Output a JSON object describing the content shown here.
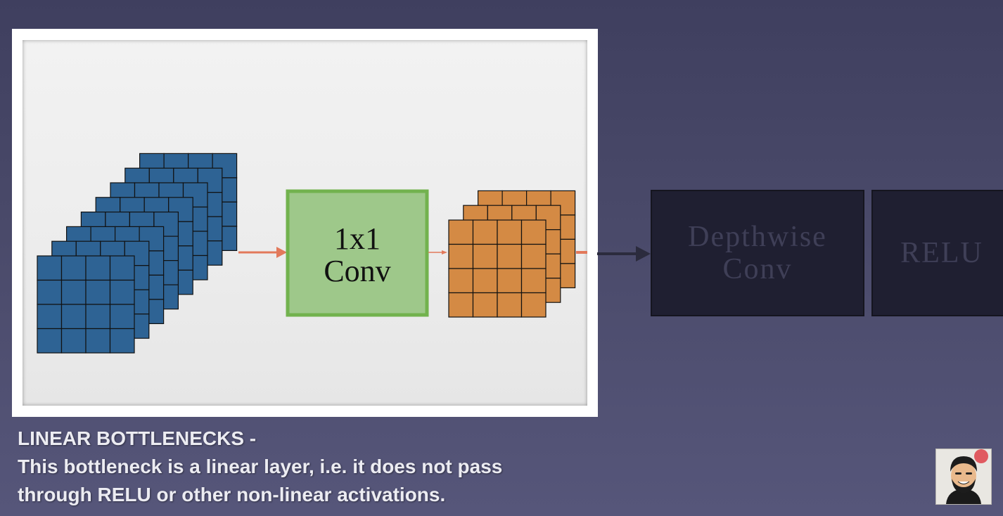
{
  "diagram": {
    "conv_box": {
      "line1": "1x1",
      "line2": "Conv"
    },
    "depthwise_box": {
      "line1": "Depthwise",
      "line2": "Conv"
    },
    "relu_box": {
      "label": "RELU"
    }
  },
  "caption": {
    "heading": "LINEAR BOTTLENECKS -",
    "line1": "This bottleneck is a linear layer, i.e. it does not pass",
    "line2": "through RELU or other non-linear activations."
  },
  "colors": {
    "input_tensor": "#2e6394",
    "output_tensor": "#d48a44",
    "conv_box_fill": "#9ec88a",
    "conv_box_border": "#72b24e",
    "arrow_orange": "#e2795b",
    "ghost_box_fill": "#1f1f31"
  },
  "icons": {
    "avatar": "bearded-man-avatar-icon"
  }
}
